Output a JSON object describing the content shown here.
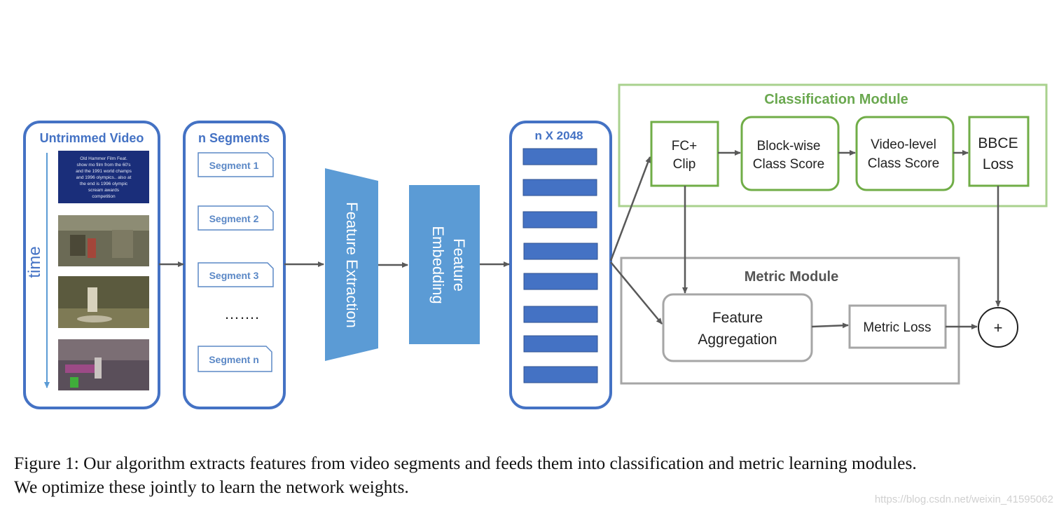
{
  "colors": {
    "blue_panel": "#4472c4",
    "segment_text": "#5b88c6",
    "trapezoid": "#5b9bd5",
    "green": "#70ad47",
    "light_green": "#a9d18e",
    "gray": "#a6a6a6",
    "arrow": "#595959"
  },
  "video_panel": {
    "title": "Untrimmed Video",
    "time_label": "time",
    "frame1_text": [
      "Old Hammer Film Feat.",
      "show mo film from the 60's",
      "and the 1991 world champs",
      "and 1996 olympics.. also at",
      "the end is 1996 olympic",
      "scream awards",
      "competition"
    ]
  },
  "segments_panel": {
    "title": "n Segments",
    "items": [
      "Segment 1",
      "Segment 2",
      "Segment 3",
      "Segment n"
    ],
    "ellipsis": "……."
  },
  "feature_extraction": {
    "label": "Feature Extraction"
  },
  "feature_embedding": {
    "line1": "Feature",
    "line2": "Embedding"
  },
  "features_panel": {
    "title": "n X 2048"
  },
  "classification_module": {
    "title": "Classification Module",
    "fc_clip": [
      "FC+",
      "Clip"
    ],
    "block_wise": [
      "Block-wise",
      "Class Score"
    ],
    "video_level": [
      "Video-level",
      "Class Score"
    ],
    "bbce_loss": [
      "BBCE",
      "Loss"
    ]
  },
  "metric_module": {
    "title": "Metric Module",
    "feature_aggregation": [
      "Feature",
      "Aggregation"
    ],
    "metric_loss": "Metric Loss"
  },
  "sum_symbol": "+",
  "caption": {
    "line1": "Figure 1: Our algorithm extracts features from video segments and feeds them into classification and metric learning modules.",
    "line2": "We optimize these jointly to learn the network weights."
  },
  "watermark": "https://blog.csdn.net/weixin_41595062"
}
